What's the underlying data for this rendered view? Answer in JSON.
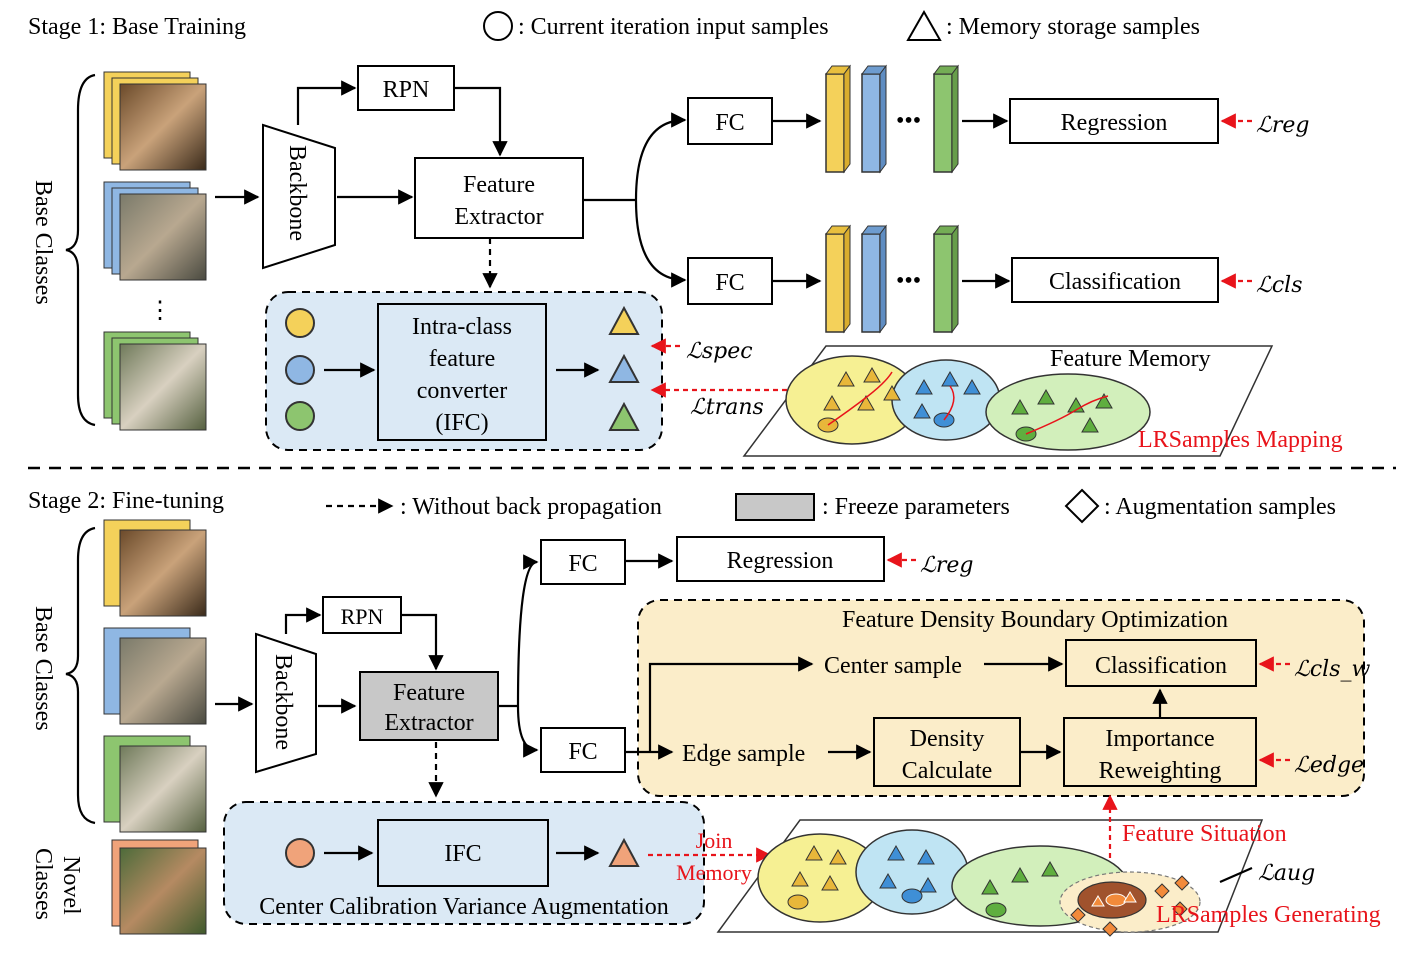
{
  "colors": {
    "yellow": "#f4d15a",
    "blue": "#8fb7e3",
    "green": "#8dc56f",
    "orange": "#f0a37a",
    "light_blue_panel": "#dbe9f5",
    "light_yellow_panel": "#fbedc9",
    "gray_freeze": "#c8c8c8",
    "red": "#e8141b"
  },
  "legend": {
    "circle": ": Current iteration input samples",
    "triangle": ": Memory storage samples",
    "dashed_arrow": ": Without back propagation",
    "freeze": ": Freeze parameters",
    "diamond": ": Augmentation samples"
  },
  "stage1": {
    "title": "Stage 1: Base Training",
    "side_label": "Base Classes",
    "backbone": "Backbone",
    "rpn": "RPN",
    "feature_extractor": [
      "Feature",
      "Extractor"
    ],
    "fc_top": "FC",
    "fc_bottom": "FC",
    "regression": "Regression",
    "classification": "Classification",
    "ellipsis": "•••",
    "ifc": [
      "Intra-class",
      "feature",
      "converter",
      "(IFC)"
    ],
    "loss_reg": "ℒreg",
    "loss_cls": "ℒcls",
    "loss_spec": "ℒspec",
    "loss_trans": "ℒtrans",
    "feature_memory": "Feature Memory",
    "lrsamples_mapping": "LRSamples Mapping"
  },
  "stage2": {
    "title": "Stage 2: Fine-tuning",
    "side_label_base": "Base Classes",
    "side_label_novel": [
      "Novel",
      "Classes"
    ],
    "backbone": "Backbone",
    "rpn": "RPN",
    "feature_extractor": [
      "Feature",
      "Extractor"
    ],
    "fc_top": "FC",
    "fc_bottom": "FC",
    "regression": "Regression",
    "fdbo_title": "Feature Density Boundary Optimization",
    "center_sample": "Center sample",
    "edge_sample": "Edge sample",
    "classification": "Classification",
    "density": [
      "Density",
      "Calculate"
    ],
    "importance": [
      "Importance",
      "Reweighting"
    ],
    "ifc": "IFC",
    "ccva": "Center Calibration Variance Augmentation",
    "join_memory": [
      "Join",
      "Memory"
    ],
    "feature_situation": "Feature Situation",
    "lrsamples_generating": "LRSamples Generating",
    "loss_reg": "ℒreg",
    "loss_cls_w": "ℒcls_w",
    "loss_edge": "ℒedge",
    "loss_aug": "ℒaug"
  }
}
